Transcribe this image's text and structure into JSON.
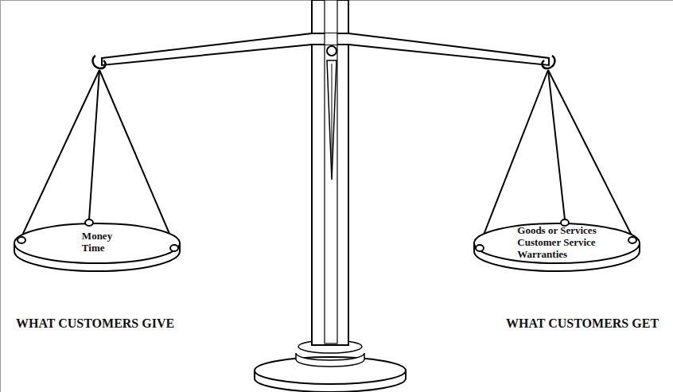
{
  "diagram": {
    "nodes": [
      {
        "text": [
          "Money",
          "Time"
        ]
      },
      {
        "text": [
          "Goods or Services",
          "Customer Service",
          "Warranties"
        ]
      }
    ],
    "labels": [
      "WHAT CUSTOMERS GIVE",
      "WHAT CUSTOMERS GET"
    ]
  }
}
